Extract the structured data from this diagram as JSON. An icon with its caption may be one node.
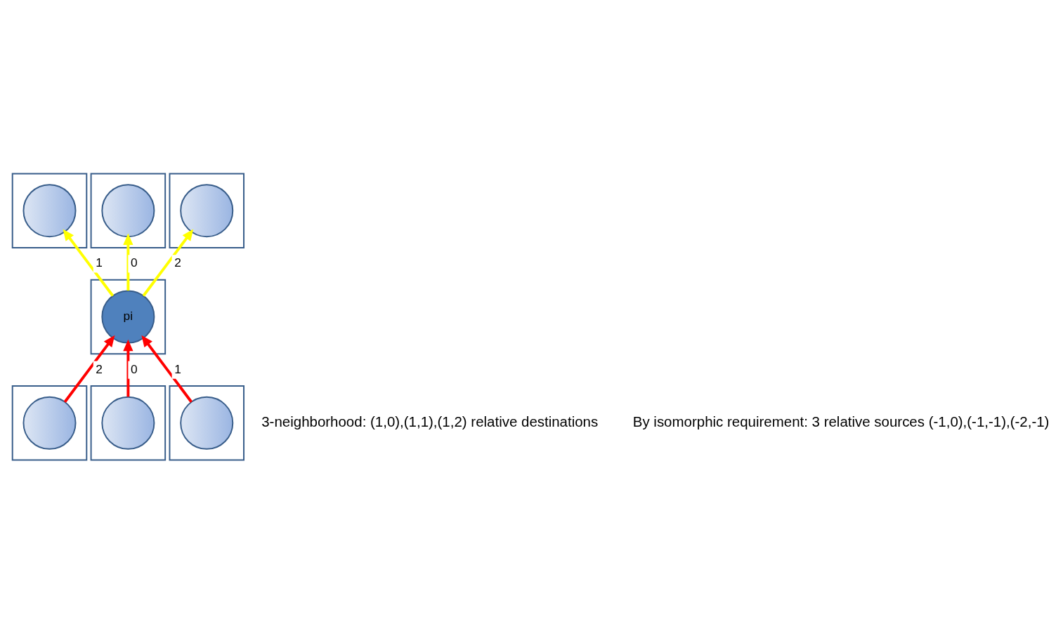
{
  "diagram": {
    "nodes": [
      {
        "text": [],
        "shape": "box"
      },
      {
        "text": [],
        "shape": "circle",
        "in": 0
      },
      {
        "text": [],
        "shape": "box"
      },
      {
        "text": [],
        "shape": "circle",
        "in": 2
      },
      {
        "text": [],
        "shape": "box"
      },
      {
        "text": [],
        "shape": "circle",
        "in": 4
      },
      {
        "text": [],
        "shape": "box"
      },
      {
        "text": [
          "pi"
        ],
        "in": 6
      },
      {
        "text": [],
        "shape": "box"
      },
      {
        "text": [],
        "shape": "circle",
        "in": 8
      },
      {
        "text": [],
        "shape": "box"
      },
      {
        "text": [],
        "shape": "circle",
        "in": 10
      },
      {
        "text": [],
        "shape": "box"
      },
      {
        "text": [],
        "shape": "circle",
        "in": 12
      }
    ],
    "edges": [
      {
        "from": 7,
        "to": 1,
        "arrow": "to",
        "label": "1",
        "color": "#ffff00"
      },
      {
        "from": 7,
        "to": 3,
        "arrow": "to",
        "label": "0",
        "color": "#ffff00"
      },
      {
        "from": 7,
        "to": 5,
        "arrow": "to",
        "label": "2",
        "color": "#ffff00"
      },
      {
        "from": 9,
        "to": 7,
        "arrow": "to",
        "label": "2",
        "color": "#ff0000"
      },
      {
        "from": 11,
        "to": 7,
        "arrow": "to",
        "label": "0",
        "color": "#ff0000"
      },
      {
        "from": 13,
        "to": 7,
        "arrow": "to",
        "label": "1",
        "color": "#ff0000"
      }
    ],
    "labels": [
      "3-neighborhood: (1,0),(1,1),(1,2) relative destinations",
      "By isomorphic requirement: 3 relative sources (-1,0),(-1,-1),(-2,-1)"
    ]
  }
}
